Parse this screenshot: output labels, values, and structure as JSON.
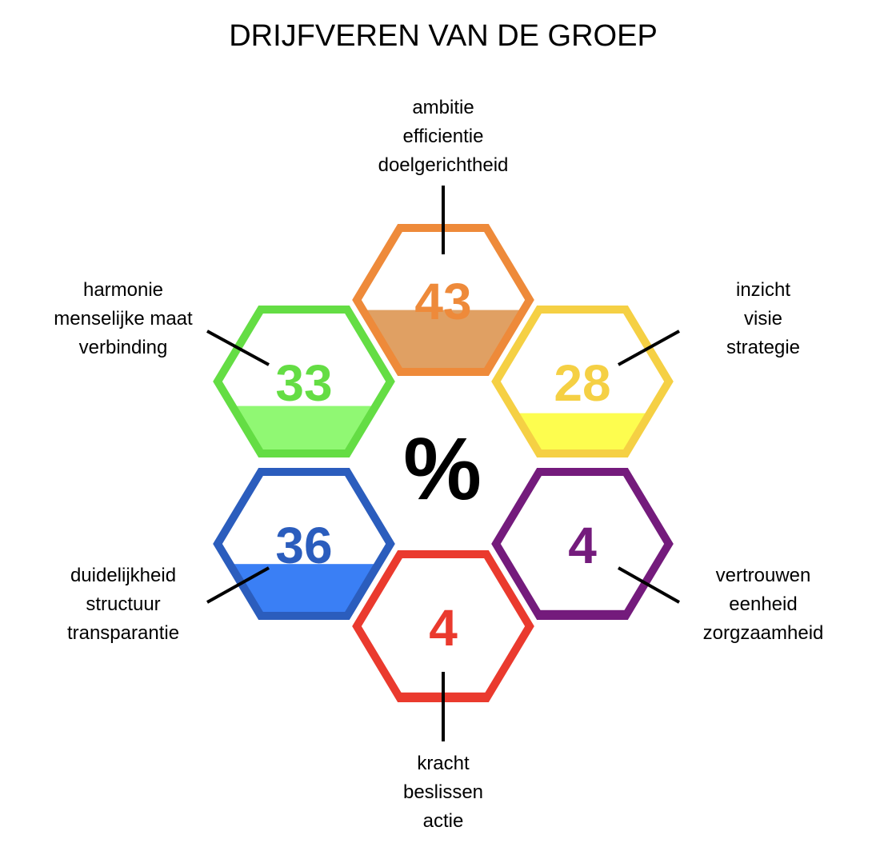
{
  "title": "DRIJFVEREN VAN DE GROEP",
  "center_symbol": "%",
  "drivers": [
    {
      "value": 43,
      "value_label": "43",
      "stroke": "#ee8a3a",
      "fill": "#e0a063",
      "text_color": "#ee8a3a",
      "lines": [
        "ambitie",
        "efficientie",
        "doelgerichtheid"
      ]
    },
    {
      "value": 28,
      "value_label": "28",
      "stroke": "#f5d044",
      "fill": "#fdfd4f",
      "text_color": "#f5d044",
      "lines": [
        "inzicht",
        "visie",
        "strategie"
      ]
    },
    {
      "value": 4,
      "value_label": "4",
      "stroke": "#741b7c",
      "fill": "#741b7c",
      "text_color": "#741b7c",
      "lines": [
        "vertrouwen",
        "eenheid",
        "zorgzaamheid"
      ]
    },
    {
      "value": 4,
      "value_label": "4",
      "stroke": "#ea3a2e",
      "fill": "#ea3a2e",
      "text_color": "#ea3a2e",
      "lines": [
        "kracht",
        "beslissen",
        "actie"
      ]
    },
    {
      "value": 36,
      "value_label": "36",
      "stroke": "#2b5dbd",
      "fill": "#3a7ff5",
      "text_color": "#2b5dbd",
      "lines": [
        "duidelijkheid",
        "structuur",
        "transparantie"
      ]
    },
    {
      "value": 33,
      "value_label": "33",
      "stroke": "#64dd44",
      "fill": "#90f873",
      "text_color": "#64dd44",
      "lines": [
        "harmonie",
        "menselijke maat",
        "verbinding"
      ]
    }
  ]
}
